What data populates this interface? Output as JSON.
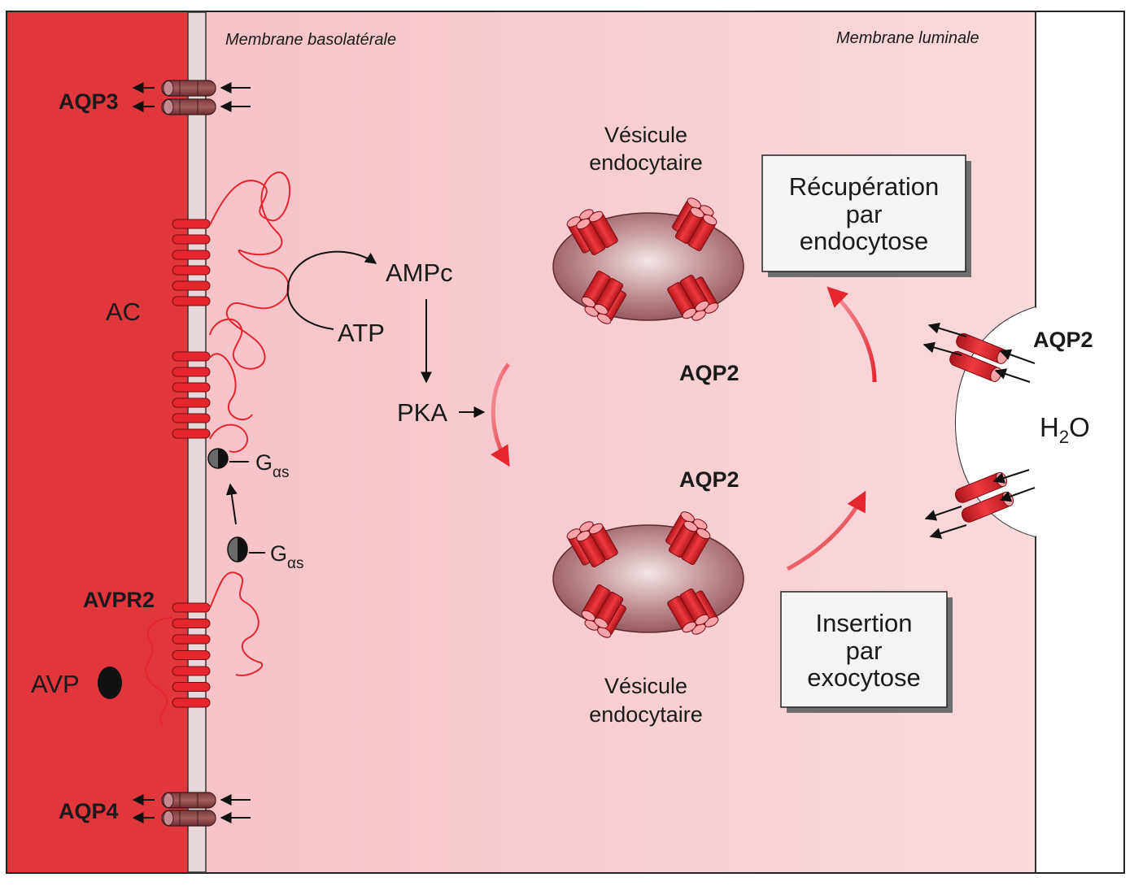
{
  "labels": {
    "membrane_basolateral": "Membrane basolatérale",
    "membrane_luminale": "Membrane luminale",
    "aqp3": "AQP3",
    "aqp4": "AQP4",
    "ac": "AC",
    "avpr2": "AVPR2",
    "avp": "AVP",
    "g_main": "G",
    "g_sub": "αs",
    "ampc": "AMPc",
    "atp": "ATP",
    "pka": "PKA",
    "aqp2": "AQP2",
    "vesicle": [
      "Vésicule",
      "endocytaire"
    ],
    "h2o_h": "H",
    "h2o_sub": "2",
    "h2o_o": "O"
  },
  "boxes": {
    "recuperation": [
      "Récupération",
      "par",
      "endocytose"
    ],
    "insertion": [
      "Insertion",
      "par",
      "exocytose"
    ]
  },
  "colors": {
    "blood": "#e0363c",
    "cell": "#f7cdd1",
    "membrane": "#e6d8d8",
    "lumen": "#ffffff",
    "red": "#e5262e",
    "vesicle": "#a8686c",
    "box_fill": "#f4f4f4"
  }
}
